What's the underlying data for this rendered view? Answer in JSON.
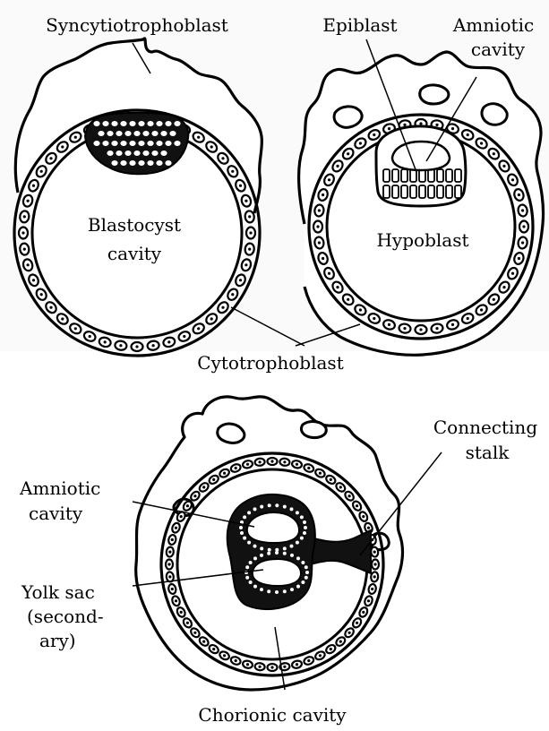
{
  "colors": {
    "ink": "#000000",
    "background": "#ffffff",
    "shadow": "#d9d9d9"
  },
  "labels": {
    "syncytiotrophoblast": "Syncytiotrophoblast",
    "epiblast": "Epiblast",
    "amniotic_cavity_top_1": "Amniotic",
    "amniotic_cavity_top_2": "cavity",
    "blastocyst_cavity_1": "Blastocyst",
    "blastocyst_cavity_2": "cavity",
    "hypoblast": "Hypoblast",
    "cytotrophoblast": "Cytotrophoblast",
    "connecting_stalk_1": "Connecting",
    "connecting_stalk_2": "stalk",
    "amniotic_cavity_bottom_1": "Amniotic",
    "amniotic_cavity_bottom_2": "cavity",
    "yolk_sac_1": "Yolk sac",
    "yolk_sac_2": "(second-",
    "yolk_sac_3": "ary)",
    "chorionic_cavity": "Chorionic cavity"
  }
}
